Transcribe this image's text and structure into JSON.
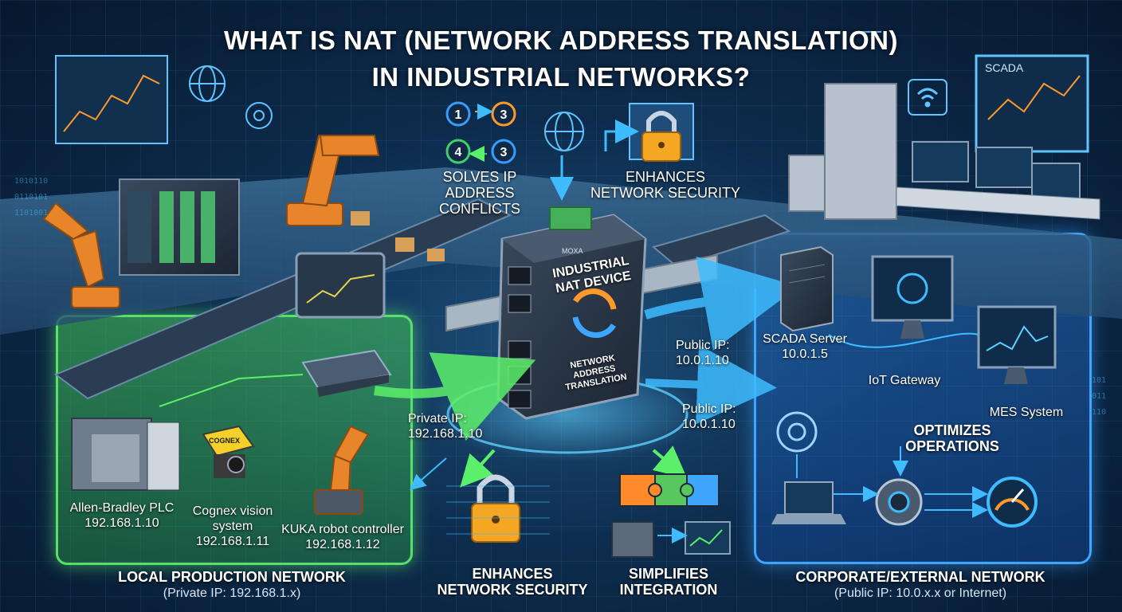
{
  "title": {
    "line1": "WHAT IS NAT (NETWORK ADDRESS TRANSLATION)",
    "line2": "IN INDUSTRIAL NETWORKS?"
  },
  "benefits": {
    "conflicts": "SOLVES IP ADDRESS CONFLICTS",
    "security_top": "ENHANCES NETWORK SECURITY",
    "security_bottom": "ENHANCES NETWORK SECURITY",
    "integration": "SIMPLIFIES INTEGRATION",
    "operations": "OPTIMIZES OPERATIONS"
  },
  "conflict_badges": [
    "1",
    "3",
    "4",
    "3"
  ],
  "nat_device": {
    "title": "INDUSTRIAL NAT DEVICE",
    "subtitle": "NETWORK ADDRESS TRANSLATION",
    "brand": "MOXA"
  },
  "local_network": {
    "title": "LOCAL PRODUCTION NETWORK",
    "subtitle": "(Private IP: 192.168.1.x)",
    "devices": [
      {
        "name": "Allen-Bradley PLC",
        "ip": "192.168.1.10"
      },
      {
        "name": "Cognex vision system",
        "ip": "192.168.1.11"
      },
      {
        "name": "KUKA robot controller",
        "ip": "192.168.1.12"
      }
    ],
    "camera_brand": "COGNEX"
  },
  "corporate_network": {
    "title": "CORPORATE/EXTERNAL NETWORK",
    "subtitle": "(Public IP: 10.0.x.x or Internet)",
    "scada_server": {
      "name": "SCADA Server",
      "ip": "10.0.1.5"
    },
    "iot_gateway": "IoT Gateway",
    "mes_system": "MES System"
  },
  "ip_labels": {
    "private": "Private IP: 192.168.1.10",
    "public_1": "Public IP: 10.0.1.10",
    "public_2": "Public IP: 10.0.1.10"
  },
  "control_room": {
    "screen_label": "SCADA"
  },
  "colors": {
    "local_zone": "#58e06a",
    "corporate_zone": "#3ea6ff",
    "flow_green": "#5cf06a",
    "flow_blue": "#3ebcff",
    "robot_orange": "#e8842a",
    "badge_blue": "#3a9bff",
    "badge_orange": "#ff9a2a",
    "badge_green": "#3fd06a"
  },
  "icons": [
    "globe-icon",
    "gear-icon",
    "lock-icon",
    "wifi-icon",
    "puzzle-icon",
    "gauge-icon",
    "laptop-icon",
    "monitor-icon",
    "server-icon",
    "robot-arm-icon",
    "camera-icon",
    "switch-icon",
    "plc-icon"
  ]
}
